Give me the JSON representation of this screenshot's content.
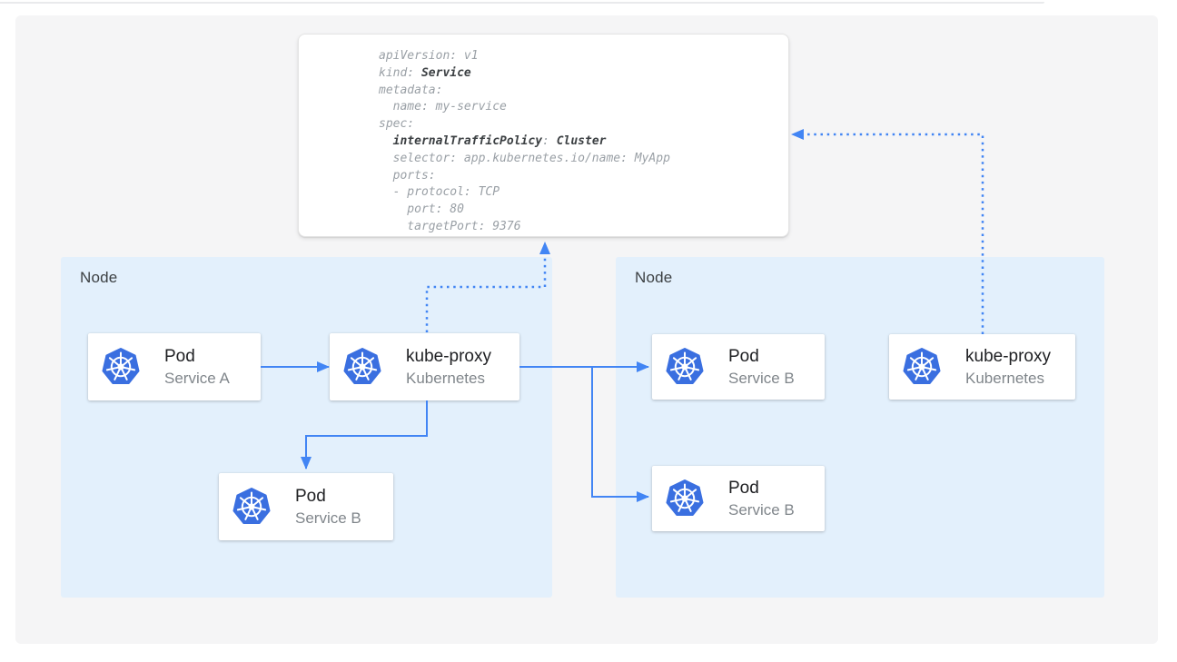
{
  "colors": {
    "accent": "#4285f4",
    "icon_blue": "#3a6fe0",
    "node_fill": "#e3f0fc",
    "panel_bg": "#f5f5f6",
    "code_text": "#9aa0a6",
    "code_bold": "#3c4043"
  },
  "code_panel": {
    "lines": [
      {
        "segs": [
          {
            "t": "apiVersion: v1"
          }
        ]
      },
      {
        "segs": [
          {
            "t": "kind: "
          },
          {
            "t": "Service",
            "b": true
          }
        ]
      },
      {
        "segs": [
          {
            "t": "metadata:"
          }
        ]
      },
      {
        "segs": [
          {
            "t": "  name: my-service"
          }
        ]
      },
      {
        "segs": [
          {
            "t": "spec:"
          }
        ]
      },
      {
        "segs": [
          {
            "t": "  "
          },
          {
            "t": "internalTrafficPolicy",
            "b": true
          },
          {
            "t": ": "
          },
          {
            "t": "Cluster",
            "b": true
          }
        ]
      },
      {
        "segs": [
          {
            "t": "  selector: app.kubernetes.io/name: MyApp"
          }
        ]
      },
      {
        "segs": [
          {
            "t": "  ports:"
          }
        ]
      },
      {
        "segs": [
          {
            "t": "  - protocol: TCP"
          }
        ]
      },
      {
        "segs": [
          {
            "t": "    port: 80"
          }
        ]
      },
      {
        "segs": [
          {
            "t": "    targetPort: 9376"
          }
        ]
      }
    ]
  },
  "nodes": [
    {
      "label": "Node",
      "cards": [
        {
          "title": "Pod",
          "subtitle": "Service A",
          "icon": "kubernetes-icon"
        },
        {
          "title": "kube-proxy",
          "subtitle": "Kubernetes",
          "icon": "kubernetes-icon"
        },
        {
          "title": "Pod",
          "subtitle": "Service B",
          "icon": "kubernetes-icon"
        }
      ]
    },
    {
      "label": "Node",
      "cards": [
        {
          "title": "Pod",
          "subtitle": "Service B",
          "icon": "kubernetes-icon"
        },
        {
          "title": "kube-proxy",
          "subtitle": "Kubernetes",
          "icon": "kubernetes-icon"
        },
        {
          "title": "Pod",
          "subtitle": "Service B",
          "icon": "kubernetes-icon"
        }
      ]
    }
  ],
  "connectors": [
    {
      "name": "pod-a-to-kube-proxy",
      "style": "solid"
    },
    {
      "name": "kube-proxy-to-remote-pod-b1",
      "style": "solid"
    },
    {
      "name": "kube-proxy-to-remote-pod-b2",
      "style": "solid"
    },
    {
      "name": "kube-proxy-to-local-pod-b",
      "style": "solid"
    },
    {
      "name": "left-kube-proxy-to-service-spec",
      "style": "dotted"
    },
    {
      "name": "right-kube-proxy-to-service-spec",
      "style": "dotted"
    }
  ]
}
